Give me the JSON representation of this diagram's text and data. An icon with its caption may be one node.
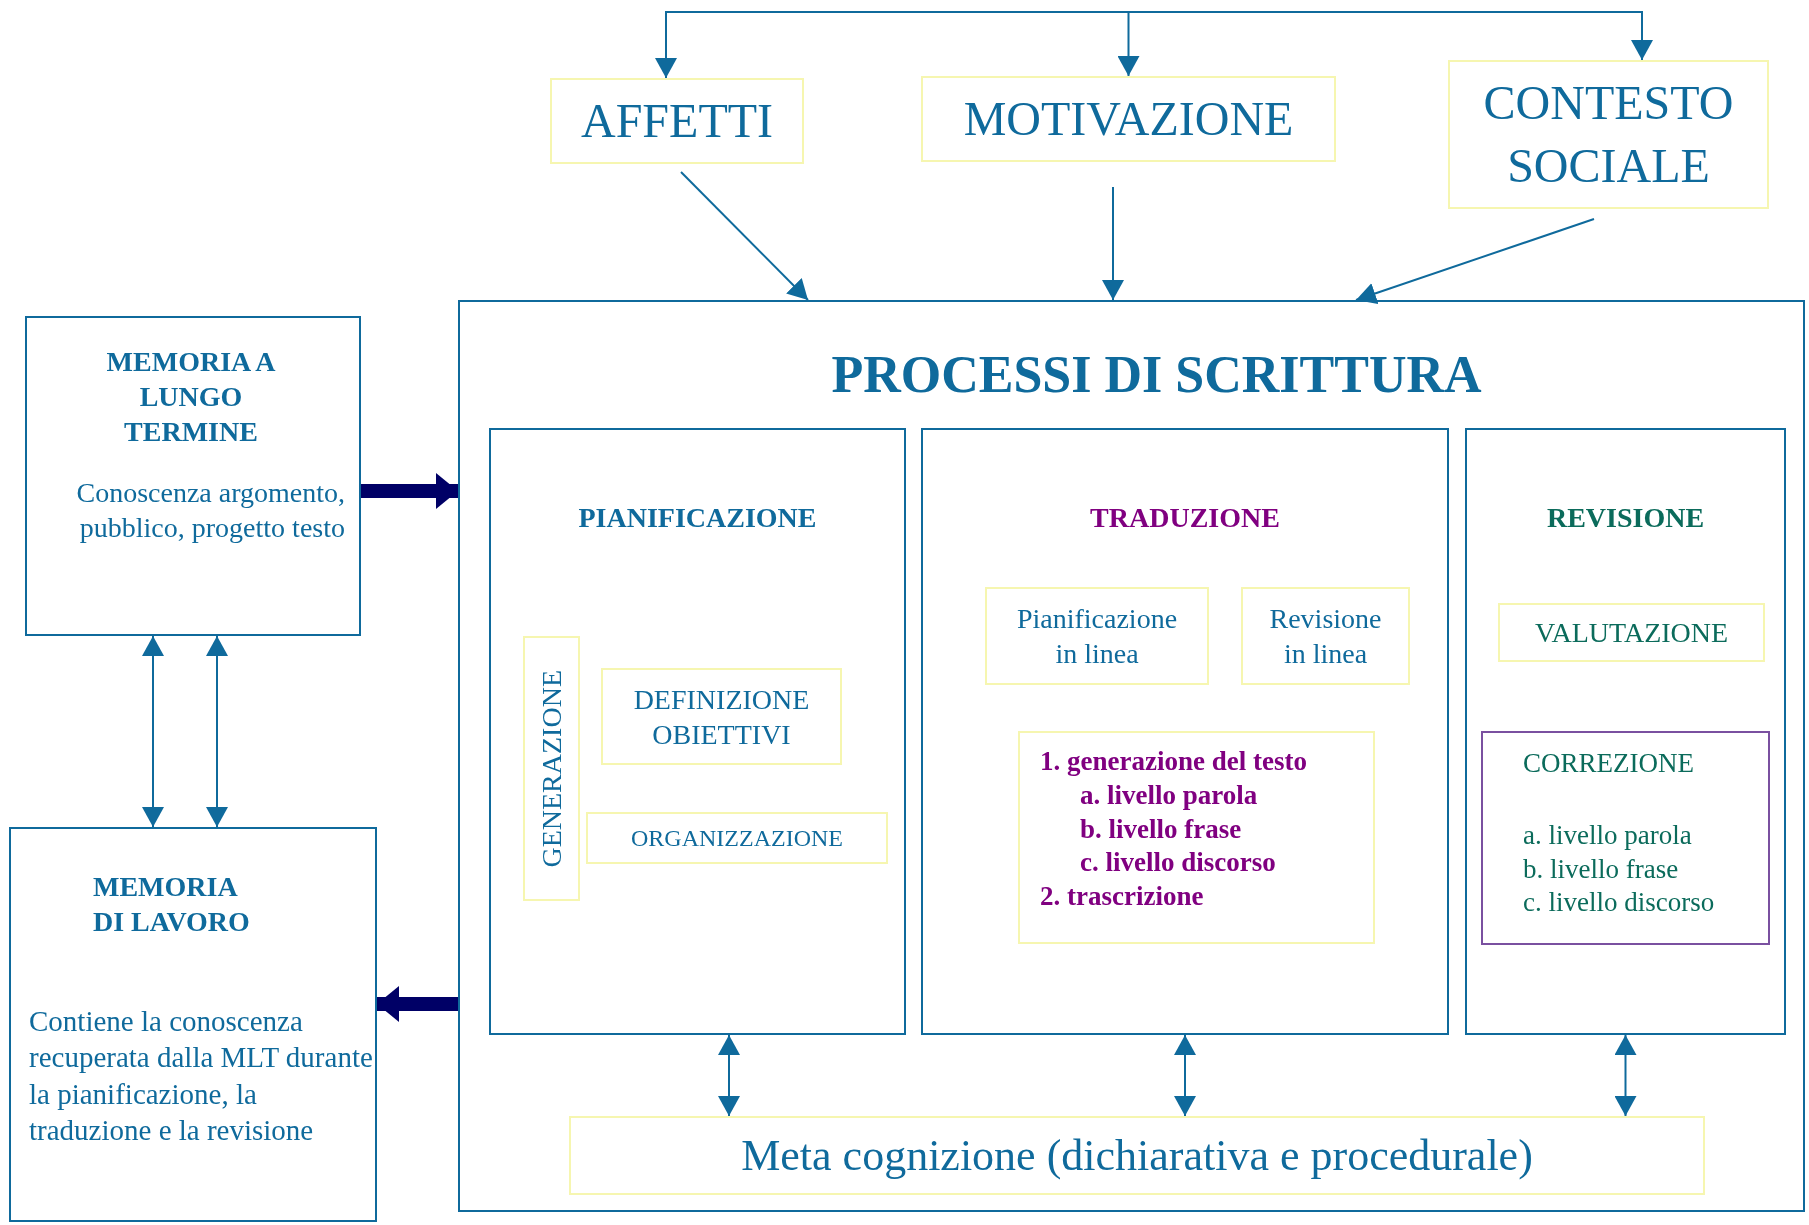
{
  "diagram": {
    "nodes": [
      {
        "text": [
          "AFFETTI"
        ]
      },
      {
        "text": [
          "MOTIVAZIONE"
        ]
      },
      {
        "text": [
          "CONTESTO SOCIALE"
        ]
      },
      {
        "text": [
          "MEMORIA A LUNGO TERMINE",
          "Conoscenza argomento, pubblico, progetto testo"
        ]
      },
      {
        "text": [
          "PROCESSI DI SCRITTURA"
        ]
      },
      {
        "text": [
          "PIANIFICAZIONE"
        ],
        "in": 4
      },
      {
        "text": [
          "GENERAZIONE"
        ],
        "in": 5
      },
      {
        "text": [
          "DEFINIZIONE OBIETTIVI"
        ],
        "in": 5
      },
      {
        "text": [
          "ORGANIZZAZIONE"
        ],
        "in": 5
      },
      {
        "text": [
          "TRADUZIONE"
        ],
        "in": 4
      },
      {
        "text": [
          "Pianificazione in linea"
        ],
        "in": 9
      },
      {
        "text": [
          "Revisione in linea"
        ],
        "in": 9
      },
      {
        "text": [
          "1. generazione del testo",
          "a. livello parola",
          "b. livello frase",
          "c. livello discorso",
          "2. trascrizione"
        ],
        "in": 9
      },
      {
        "text": [
          "REVISIONE"
        ],
        "in": 4
      },
      {
        "text": [
          "VALUTAZIONE"
        ],
        "in": 13
      },
      {
        "text": [
          "CORREZIONE",
          "a. livello parola",
          "b. livello frase",
          "c. livello discorso"
        ],
        "in": 13
      },
      {
        "text": [
          "Meta cognizione (dichiarativa e procedurale)"
        ],
        "in": 4
      },
      {
        "text": [
          "MEMORIA DI LAVORO",
          "Contiene la conoscenza recuperata dalla MLT durante la pianificazione, la traduzione e la revisione"
        ]
      }
    ],
    "edges": [
      {
        "from": null,
        "to": 0,
        "arrow": "to"
      },
      {
        "from": null,
        "to": 1,
        "arrow": "to"
      },
      {
        "from": null,
        "to": 2,
        "arrow": "to"
      },
      {
        "from": 0,
        "to": 4,
        "arrow": "to"
      },
      {
        "from": 1,
        "to": 4,
        "arrow": "to"
      },
      {
        "from": 2,
        "to": 4,
        "arrow": "to"
      },
      {
        "from": 3,
        "to": 4,
        "arrow": "to",
        "style": "thick",
        "color": "#000066"
      },
      {
        "from": 4,
        "to": 17,
        "arrow": "to",
        "style": "thick",
        "color": "#000066"
      },
      {
        "from": 3,
        "to": 17,
        "arrow": "both"
      },
      {
        "from": 3,
        "to": 17,
        "arrow": "both"
      },
      {
        "from": 5,
        "to": 16,
        "arrow": "both"
      },
      {
        "from": 9,
        "to": 16,
        "arrow": "both"
      },
      {
        "from": 13,
        "to": 16,
        "arrow": "both"
      }
    ]
  }
}
